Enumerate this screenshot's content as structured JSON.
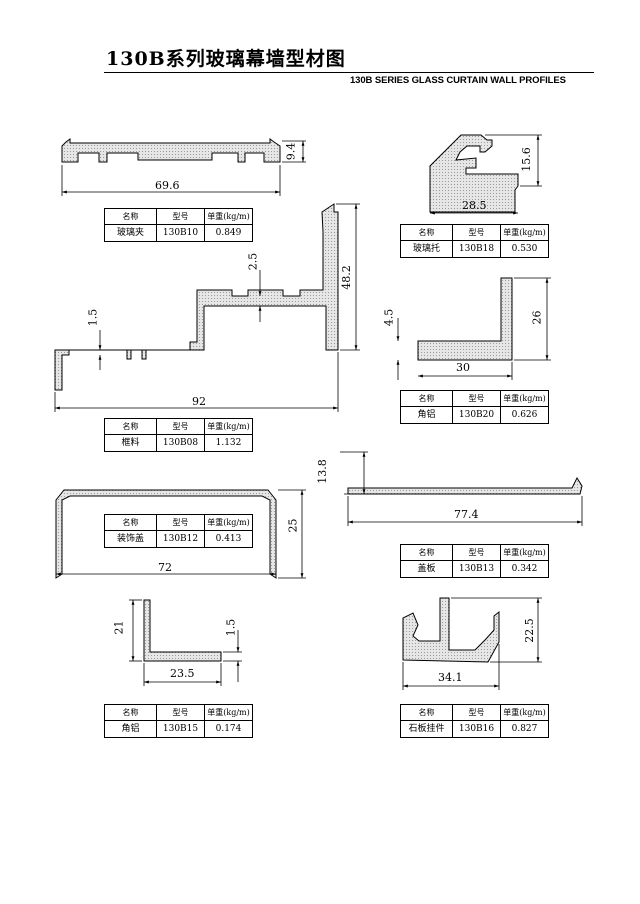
{
  "title_cn": "130B系列玻璃幕墙型材图",
  "title_en": "130B SERIES GLASS CURTAIN WALL PROFILES",
  "table_headers": {
    "name": "名称",
    "model": "型号",
    "weight": "单重(kg/m)"
  },
  "profiles": [
    {
      "name": "玻璃夹",
      "model": "130B10",
      "weight": "0.849",
      "dims": [
        "69.6",
        "9.4"
      ]
    },
    {
      "name": "玻璃托",
      "model": "130B18",
      "weight": "0.530",
      "dims": [
        "28.5",
        "15.6"
      ]
    },
    {
      "name": "框料",
      "model": "130B08",
      "weight": "1.132",
      "dims": [
        "92",
        "48.2",
        "2.5",
        "1.5"
      ]
    },
    {
      "name": "角铝",
      "model": "130B20",
      "weight": "0.626",
      "dims": [
        "30",
        "26",
        "4.5"
      ]
    },
    {
      "name": "装饰盖",
      "model": "130B12",
      "weight": "0.413",
      "dims": [
        "72",
        "25"
      ]
    },
    {
      "name": "盖板",
      "model": "130B13",
      "weight": "0.342",
      "dims": [
        "77.4",
        "13.8"
      ]
    },
    {
      "name": "角铝",
      "model": "130B15",
      "weight": "0.174",
      "dims": [
        "23.5",
        "21",
        "1.5"
      ]
    },
    {
      "name": "石板挂件",
      "model": "130B16",
      "weight": "0.827",
      "dims": [
        "34.1",
        "22.5"
      ]
    }
  ]
}
